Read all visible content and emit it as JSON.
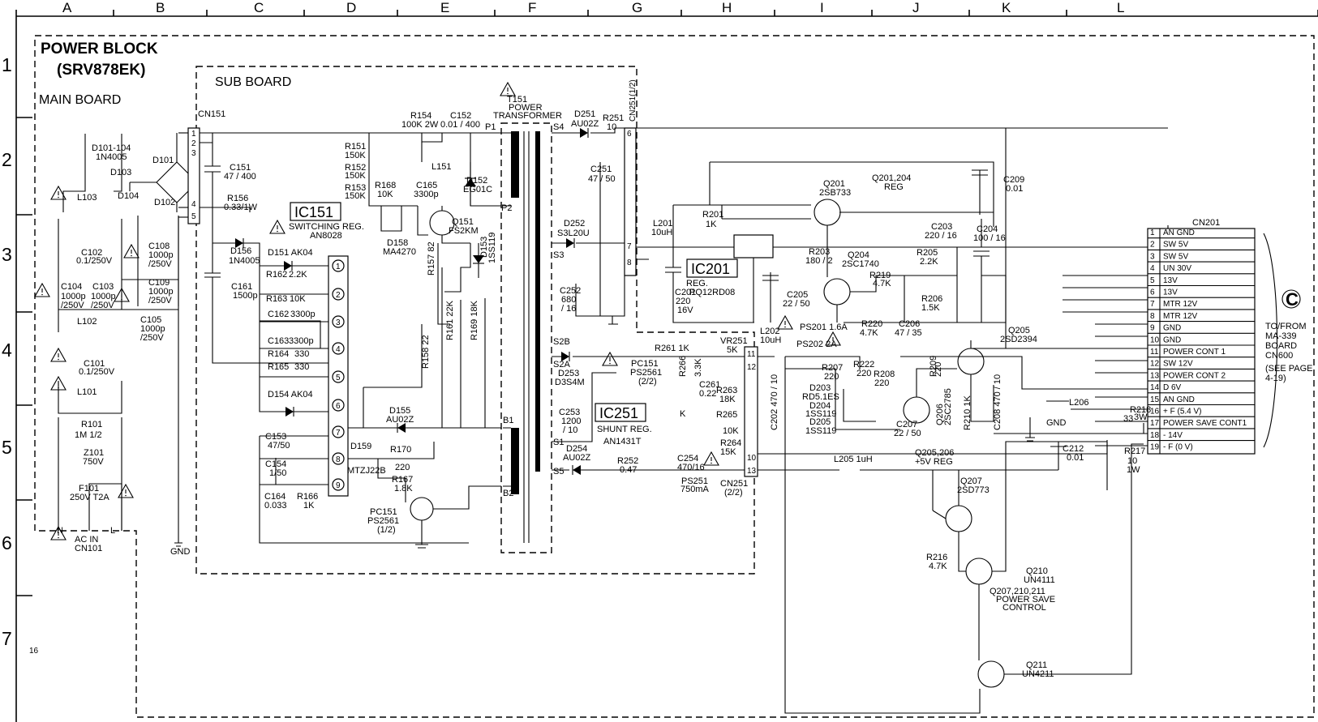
{
  "grid": {
    "columns": [
      "A",
      "B",
      "C",
      "D",
      "E",
      "F",
      "G",
      "H",
      "I",
      "J",
      "K",
      "L"
    ],
    "rows": [
      "1",
      "2",
      "3",
      "4",
      "5",
      "6",
      "7"
    ]
  },
  "title": {
    "line1": "POWER BLOCK",
    "line2": "(SRV878EK)"
  },
  "boards": {
    "main": "MAIN BOARD",
    "sub": "SUB BOARD"
  },
  "page_number": "16",
  "ic_labels": {
    "ic151": "IC151",
    "ic201": "IC201",
    "ic251": "IC251"
  },
  "ic_notes": {
    "ic151": "SWITCHING REG.",
    "ic151_part": "AN8028",
    "ic201": "REG.",
    "ic201_part": "PQ12RD08",
    "ic251": "SHUNT REG.",
    "ic251_part": "AN1431T"
  },
  "transformer": {
    "ref": "T151",
    "line1": "POWER",
    "line2": "TRANSFORMER"
  },
  "cn201": {
    "ref": "CN201",
    "pins": [
      {
        "n": "1",
        "name": "AN GND"
      },
      {
        "n": "2",
        "name": "SW 5V"
      },
      {
        "n": "3",
        "name": "SW 5V"
      },
      {
        "n": "4",
        "name": "UN 30V"
      },
      {
        "n": "5",
        "name": "13V"
      },
      {
        "n": "6",
        "name": "13V"
      },
      {
        "n": "7",
        "name": "MTR 12V"
      },
      {
        "n": "8",
        "name": "MTR 12V"
      },
      {
        "n": "9",
        "name": "GND"
      },
      {
        "n": "10",
        "name": "GND"
      },
      {
        "n": "11",
        "name": "POWER CONT 1"
      },
      {
        "n": "12",
        "name": "SW 12V"
      },
      {
        "n": "13",
        "name": "POWER CONT 2"
      },
      {
        "n": "14",
        "name": "D 6V"
      },
      {
        "n": "15",
        "name": "AN GND"
      },
      {
        "n": "16",
        "name": "+ F (5.4 V)"
      },
      {
        "n": "17",
        "name": "POWER SAVE CONT1"
      },
      {
        "n": "18",
        "name": "- 14V"
      },
      {
        "n": "19",
        "name": "- F (0 V)"
      }
    ]
  },
  "destination": {
    "marker": "C",
    "lines": [
      "TO/FROM",
      "MA-339",
      "BOARD",
      "CN600",
      "(SEE PAGE",
      "4-19)"
    ]
  },
  "ic151_pins": [
    "1",
    "2",
    "3",
    "4",
    "5",
    "6",
    "7",
    "8",
    "9"
  ],
  "cn251_pins": [
    "11",
    "12",
    "10",
    "13"
  ],
  "cn251_top_pins": [
    "6",
    "7",
    "8"
  ],
  "cn151_pins": [
    "1",
    "2",
    "3",
    "4",
    "5"
  ],
  "notes": {
    "q201_204": "Q201,204",
    "q201_204_b": "REG",
    "q205_206": "Q205,206",
    "q205_206_b": "+5V REG",
    "power_save_1": "Q207,210,211",
    "power_save_2": "POWER SAVE",
    "power_save_3": "CONTROL",
    "cn251_top": "CN251(1/2)",
    "cn251_bot": "CN251",
    "cn251_bot_b": "(2/2)"
  },
  "components": [
    {
      "id": "d101",
      "text": "D101-104"
    },
    {
      "id": "d101b",
      "text": "1N4005"
    },
    {
      "id": "d101c",
      "text": "D101"
    },
    {
      "id": "d103",
      "text": "D103"
    },
    {
      "id": "d104",
      "text": "D104"
    },
    {
      "id": "d102",
      "text": "D102"
    },
    {
      "id": "l103",
      "text": "L103"
    },
    {
      "id": "c102",
      "text": "C102"
    },
    {
      "id": "c102b",
      "text": "0.1/250V"
    },
    {
      "id": "c104",
      "text": "C104"
    },
    {
      "id": "c104b",
      "text": "1000p"
    },
    {
      "id": "c104c",
      "text": "/250V"
    },
    {
      "id": "c103",
      "text": "C103"
    },
    {
      "id": "c103b",
      "text": "1000p"
    },
    {
      "id": "c103c",
      "text": "/250V"
    },
    {
      "id": "c108",
      "text": "C108"
    },
    {
      "id": "c108b",
      "text": "1000p"
    },
    {
      "id": "c108c",
      "text": "/250V"
    },
    {
      "id": "c109",
      "text": "C109"
    },
    {
      "id": "c109b",
      "text": "1000p"
    },
    {
      "id": "c109c",
      "text": "/250V"
    },
    {
      "id": "c105",
      "text": "C105"
    },
    {
      "id": "c105b",
      "text": "1000p"
    },
    {
      "id": "c105c",
      "text": "/250V"
    },
    {
      "id": "l102",
      "text": "L102"
    },
    {
      "id": "c101",
      "text": "C101"
    },
    {
      "id": "c101b",
      "text": "0.1/250V"
    },
    {
      "id": "l101",
      "text": "L101"
    },
    {
      "id": "r101",
      "text": "R101"
    },
    {
      "id": "r101b",
      "text": "1M 1/2"
    },
    {
      "id": "z101",
      "text": "Z101"
    },
    {
      "id": "z101b",
      "text": "750V"
    },
    {
      "id": "f101",
      "text": "F101"
    },
    {
      "id": "f101b",
      "text": "250V T2A"
    },
    {
      "id": "n",
      "text": "N"
    },
    {
      "id": "l",
      "text": "L"
    },
    {
      "id": "acin",
      "text": "AC IN"
    },
    {
      "id": "cn101",
      "text": "CN101"
    },
    {
      "id": "gnd1",
      "text": "GND"
    },
    {
      "id": "cn151",
      "text": "CN151"
    },
    {
      "id": "c151",
      "text": "C151"
    },
    {
      "id": "c151b",
      "text": "47 / 400"
    },
    {
      "id": "r156",
      "text": "R156"
    },
    {
      "id": "r156b",
      "text": "0.33/1W"
    },
    {
      "id": "d156",
      "text": "D156"
    },
    {
      "id": "d156b",
      "text": "1N4005"
    },
    {
      "id": "c161",
      "text": "C161"
    },
    {
      "id": "c161b",
      "text": "1500p"
    },
    {
      "id": "d151",
      "text": "D151  AK04"
    },
    {
      "id": "r162",
      "text": "R162"
    },
    {
      "id": "r162b",
      "text": "2.2K"
    },
    {
      "id": "r163",
      "text": "R163"
    },
    {
      "id": "r163b",
      "text": "10K"
    },
    {
      "id": "c162",
      "text": "C162"
    },
    {
      "id": "c162b",
      "text": "3300p"
    },
    {
      "id": "c163",
      "text": "C163"
    },
    {
      "id": "c163b",
      "text": "3300p"
    },
    {
      "id": "r164",
      "text": "R164"
    },
    {
      "id": "r164b",
      "text": "330"
    },
    {
      "id": "r165",
      "text": "R165"
    },
    {
      "id": "r165b",
      "text": "330"
    },
    {
      "id": "d154",
      "text": "D154  AK04"
    },
    {
      "id": "c153",
      "text": "C153"
    },
    {
      "id": "c153b",
      "text": "47/50"
    },
    {
      "id": "c154",
      "text": "C154"
    },
    {
      "id": "c154b",
      "text": "1/50"
    },
    {
      "id": "c164",
      "text": "C164"
    },
    {
      "id": "c164b",
      "text": "0.033"
    },
    {
      "id": "r166",
      "text": "R166"
    },
    {
      "id": "r166b",
      "text": "1K"
    },
    {
      "id": "r151",
      "text": "R151"
    },
    {
      "id": "r151b",
      "text": "150K"
    },
    {
      "id": "r152",
      "text": "R152"
    },
    {
      "id": "r152b",
      "text": "150K"
    },
    {
      "id": "r153",
      "text": "R153"
    },
    {
      "id": "r153b",
      "text": "150K"
    },
    {
      "id": "r168",
      "text": "R168"
    },
    {
      "id": "r168b",
      "text": "10K"
    },
    {
      "id": "d158",
      "text": "D158"
    },
    {
      "id": "d158b",
      "text": "MA4270"
    },
    {
      "id": "c165",
      "text": "C165"
    },
    {
      "id": "c165b",
      "text": "3300p"
    },
    {
      "id": "q151",
      "text": "Q151"
    },
    {
      "id": "q151b",
      "text": "FS2KM"
    },
    {
      "id": "r154",
      "text": "R154"
    },
    {
      "id": "r154b",
      "text": "100K  2W"
    },
    {
      "id": "c152",
      "text": "C152"
    },
    {
      "id": "c152b",
      "text": "0.01 / 400"
    },
    {
      "id": "l151",
      "text": "L151"
    },
    {
      "id": "d152",
      "text": "D152"
    },
    {
      "id": "d152b",
      "text": "EG01C"
    },
    {
      "id": "d153",
      "text": "D153"
    },
    {
      "id": "d153b",
      "text": "1SS119"
    },
    {
      "id": "r157",
      "text": "R157  82"
    },
    {
      "id": "r158",
      "text": "R158  22"
    },
    {
      "id": "r161",
      "text": "R161  22K"
    },
    {
      "id": "r169",
      "text": "R169  18K"
    },
    {
      "id": "d155",
      "text": "D155"
    },
    {
      "id": "d155b",
      "text": "AU02Z"
    },
    {
      "id": "d159",
      "text": "D159"
    },
    {
      "id": "d159b",
      "text": "MTZJ22B"
    },
    {
      "id": "r170",
      "text": "R170"
    },
    {
      "id": "r170b",
      "text": "220"
    },
    {
      "id": "r167",
      "text": "R167"
    },
    {
      "id": "r167b",
      "text": "1.8K"
    },
    {
      "id": "pc151a",
      "text": "PC151"
    },
    {
      "id": "pc151ab",
      "text": "PS2561"
    },
    {
      "id": "pc151ac",
      "text": "(1/2)"
    },
    {
      "id": "p1",
      "text": "P1"
    },
    {
      "id": "p2",
      "text": "P2"
    },
    {
      "id": "b1",
      "text": "B1"
    },
    {
      "id": "b2",
      "text": "B2"
    },
    {
      "id": "s4",
      "text": "S4"
    },
    {
      "id": "s3",
      "text": "S3"
    },
    {
      "id": "s2b",
      "text": "S2B"
    },
    {
      "id": "s2a",
      "text": "S2A"
    },
    {
      "id": "s1",
      "text": "S1"
    },
    {
      "id": "s5",
      "text": "S5"
    },
    {
      "id": "d251",
      "text": "D251"
    },
    {
      "id": "d251b",
      "text": "AU02Z"
    },
    {
      "id": "r251",
      "text": "R251"
    },
    {
      "id": "r251b",
      "text": "10"
    },
    {
      "id": "c251",
      "text": "C251"
    },
    {
      "id": "c251b",
      "text": "47 / 50"
    },
    {
      "id": "d252",
      "text": "D252"
    },
    {
      "id": "d252b",
      "text": "S3L20U"
    },
    {
      "id": "c252",
      "text": "C252"
    },
    {
      "id": "c252b",
      "text": "680"
    },
    {
      "id": "c252c",
      "text": "/ 16"
    },
    {
      "id": "d253",
      "text": "D253"
    },
    {
      "id": "d253b",
      "text": "D3S4M"
    },
    {
      "id": "c253",
      "text": "C253"
    },
    {
      "id": "c253b",
      "text": "1200"
    },
    {
      "id": "c253c",
      "text": "/ 10"
    },
    {
      "id": "d254",
      "text": "D254"
    },
    {
      "id": "d254b",
      "text": "AU02Z"
    },
    {
      "id": "r252",
      "text": "R252"
    },
    {
      "id": "r252b",
      "text": "0.47"
    },
    {
      "id": "r261",
      "text": "R261  1K"
    },
    {
      "id": "pc151b",
      "text": "PC151"
    },
    {
      "id": "pc151bb",
      "text": "PS2561"
    },
    {
      "id": "pc151bc",
      "text": "(2/2)"
    },
    {
      "id": "r266",
      "text": "R266"
    },
    {
      "id": "r266b",
      "text": "3.3K"
    },
    {
      "id": "c261",
      "text": "C261"
    },
    {
      "id": "c261b",
      "text": "0.22"
    },
    {
      "id": "r263",
      "text": "R263"
    },
    {
      "id": "r263b",
      "text": "18K"
    },
    {
      "id": "r265",
      "text": "R265"
    },
    {
      "id": "vr251",
      "text": "VR251"
    },
    {
      "id": "vr251b",
      "text": "5K"
    },
    {
      "id": "r264",
      "text": "R264"
    },
    {
      "id": "r264b",
      "text": "15K"
    },
    {
      "id": "k",
      "text": "K"
    },
    {
      "id": "tenk",
      "text": "10K"
    },
    {
      "id": "c254",
      "text": "C254"
    },
    {
      "id": "c254b",
      "text": "470/16"
    },
    {
      "id": "ps251",
      "text": "PS251"
    },
    {
      "id": "ps251b",
      "text": "750mA"
    },
    {
      "id": "l201",
      "text": "L201"
    },
    {
      "id": "l201b",
      "text": "10uH"
    },
    {
      "id": "r201",
      "text": "R201"
    },
    {
      "id": "r201b",
      "text": "1K"
    },
    {
      "id": "c201",
      "text": "C201"
    },
    {
      "id": "c201b",
      "text": "220"
    },
    {
      "id": "c201c",
      "text": "16V"
    },
    {
      "id": "q201",
      "text": "Q201"
    },
    {
      "id": "q201b",
      "text": "2SB733"
    },
    {
      "id": "r203",
      "text": "R203"
    },
    {
      "id": "r203b",
      "text": "180 / 2"
    },
    {
      "id": "q204",
      "text": "Q204"
    },
    {
      "id": "q204b",
      "text": "2SC1740"
    },
    {
      "id": "c205",
      "text": "C205"
    },
    {
      "id": "c205b",
      "text": "22 / 50"
    },
    {
      "id": "r219",
      "text": "R219"
    },
    {
      "id": "r219b",
      "text": "4.7K"
    },
    {
      "id": "r220",
      "text": "R220"
    },
    {
      "id": "r220b",
      "text": "4.7K"
    },
    {
      "id": "r205",
      "text": "R205"
    },
    {
      "id": "r205b",
      "text": "2.2K"
    },
    {
      "id": "r206",
      "text": "R206"
    },
    {
      "id": "r206b",
      "text": "1.5K"
    },
    {
      "id": "c206",
      "text": "C206"
    },
    {
      "id": "c206b",
      "text": "47 / 35"
    },
    {
      "id": "c203",
      "text": "C203"
    },
    {
      "id": "c203b",
      "text": "220 / 16"
    },
    {
      "id": "c204",
      "text": "C204"
    },
    {
      "id": "c204b",
      "text": "100 / 16"
    },
    {
      "id": "c209",
      "text": "C209"
    },
    {
      "id": "c209b",
      "text": "0.01"
    },
    {
      "id": "l202",
      "text": "L202"
    },
    {
      "id": "l202b",
      "text": "10uH"
    },
    {
      "id": "ps201",
      "text": "PS201  1.6A"
    },
    {
      "id": "ps202",
      "text": "PS202 2A"
    },
    {
      "id": "c202",
      "text": "C202  470 / 10"
    },
    {
      "id": "r207",
      "text": "R207"
    },
    {
      "id": "r207b",
      "text": "220"
    },
    {
      "id": "r222",
      "text": "R222"
    },
    {
      "id": "r222b",
      "text": "220"
    },
    {
      "id": "r208",
      "text": "R208"
    },
    {
      "id": "r208b",
      "text": "220"
    },
    {
      "id": "r209",
      "text": "R209"
    },
    {
      "id": "r209b",
      "text": "220"
    },
    {
      "id": "d203",
      "text": "D203"
    },
    {
      "id": "d203b",
      "text": "RD5.1ES"
    },
    {
      "id": "d204",
      "text": "D204"
    },
    {
      "id": "d204b",
      "text": "1SS119"
    },
    {
      "id": "d205",
      "text": "D205"
    },
    {
      "id": "d205b",
      "text": "1SS119"
    },
    {
      "id": "q205",
      "text": "Q205"
    },
    {
      "id": "q205b",
      "text": "2SD2394"
    },
    {
      "id": "q206",
      "text": "Q206"
    },
    {
      "id": "q206b",
      "text": "2SC2785"
    },
    {
      "id": "c207",
      "text": "C207"
    },
    {
      "id": "c207b",
      "text": "22 / 50"
    },
    {
      "id": "r210",
      "text": "R210  1K"
    },
    {
      "id": "c208",
      "text": "C208  470 / 10"
    },
    {
      "id": "l206",
      "text": "L206"
    },
    {
      "id": "gnd2",
      "text": "GND"
    },
    {
      "id": "r218",
      "text": "R218"
    },
    {
      "id": "r218b",
      "text": "3W"
    },
    {
      "id": "n33",
      "text": "33"
    },
    {
      "id": "c212",
      "text": "C212"
    },
    {
      "id": "c212b",
      "text": "0.01"
    },
    {
      "id": "r217",
      "text": "R217"
    },
    {
      "id": "r217b",
      "text": "10"
    },
    {
      "id": "r217c",
      "text": "1W"
    },
    {
      "id": "l205",
      "text": "L205  1uH"
    },
    {
      "id": "q207",
      "text": "Q207"
    },
    {
      "id": "q207b",
      "text": "2SD773"
    },
    {
      "id": "r216",
      "text": "R216"
    },
    {
      "id": "r216b",
      "text": "4.7K"
    },
    {
      "id": "q210",
      "text": "Q210"
    },
    {
      "id": "q210b",
      "text": "UN4111"
    },
    {
      "id": "q211",
      "text": "Q211"
    },
    {
      "id": "q211b",
      "text": "UN4211"
    }
  ]
}
